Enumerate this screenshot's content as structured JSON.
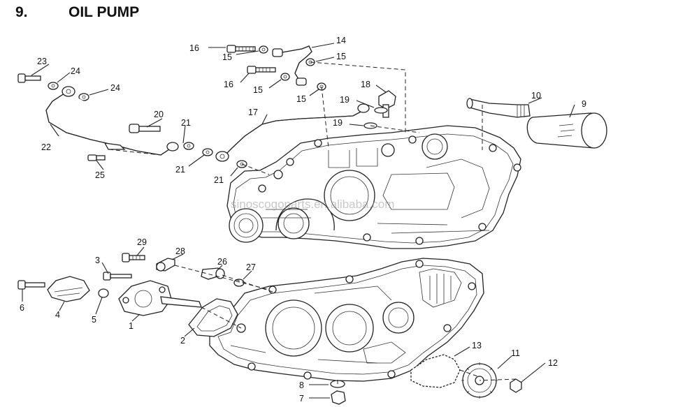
{
  "section": {
    "number": "9.",
    "title": "OIL PUMP"
  },
  "watermark": "sinoscogoparts.en.alibaba.com",
  "callouts": {
    "c1": "1",
    "c2": "2",
    "c3": "3",
    "c4": "4",
    "c5": "5",
    "c6": "6",
    "c7": "7",
    "c8": "8",
    "c9": "9",
    "c10": "10",
    "c11": "11",
    "c12": "12",
    "c13": "13",
    "c14": "14",
    "c15a": "15",
    "c15b": "15",
    "c15c": "15",
    "c15d": "15",
    "c16a": "16",
    "c16b": "16",
    "c17": "17",
    "c18": "18",
    "c19a": "19",
    "c19b": "19",
    "c20": "20",
    "c21a": "21",
    "c21b": "21",
    "c21c": "21",
    "c22": "22",
    "c23": "23",
    "c24a": "24",
    "c24b": "24",
    "c25": "25",
    "c26": "26",
    "c27": "27",
    "c28": "28",
    "c29": "29"
  }
}
